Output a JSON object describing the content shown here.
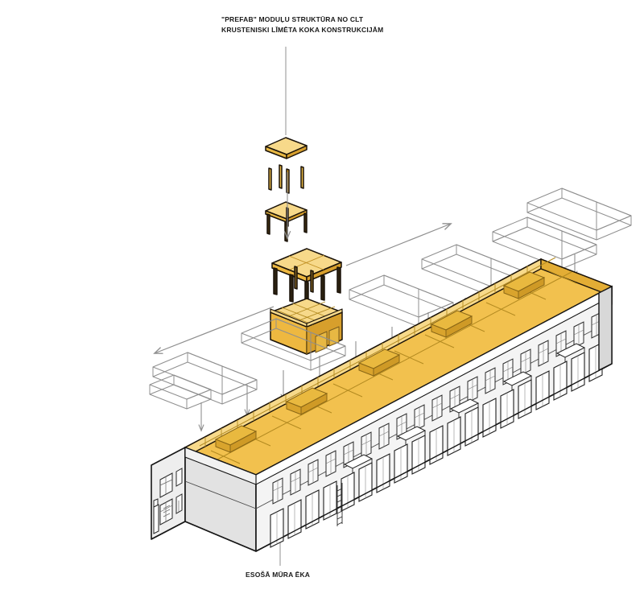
{
  "diagram": {
    "type": "exploded-axonometric",
    "subject": "CLT prefabricated module rooftop extension over existing masonry building",
    "background_color": "#ffffff"
  },
  "annotations": {
    "top_title": {
      "line1": "\"PREFAB\" MODUĻU STRUKTŪRA NO CLT",
      "line2": "KRUSTENISKI LĪMĒTA KOKA KONSTRUKCIJĀM",
      "leader_line_color": "#9a9a9a"
    },
    "bottom_title": {
      "line1": "ESOŠĀ MŪRA ĒKA",
      "leader_line_color": "#9a9a9a"
    }
  },
  "colors": {
    "clt_face_top": "#f2c14e",
    "clt_face_light": "#f7d98a",
    "clt_face_mid": "#eeb840",
    "clt_face_dark": "#d79f2c",
    "clt_outline": "#1a1208",
    "masonry_face_light": "#f4f4f4",
    "masonry_face_mid": "#e2e2e2",
    "masonry_face_dark": "#c9c9c9",
    "masonry_outline": "#161616",
    "wireframe_stroke": "#8f8f8f",
    "arrow_stroke": "#8f8f8f",
    "leader_stroke": "#9a9a9a"
  },
  "exploded_parts": [
    {
      "name": "ceiling-slab-panel",
      "order": 1,
      "description": "CLT horizontal roof slab panel"
    },
    {
      "name": "column-set",
      "order": 2,
      "description": "four vertical CLT posts"
    },
    {
      "name": "floor-table-frame",
      "order": 3,
      "description": "CLT floor deck on four legs"
    },
    {
      "name": "assembled-module-frame",
      "order": 4,
      "description": "assembled module structural frame"
    },
    {
      "name": "finished-module",
      "order": 5,
      "description": "finished prefab module with walls"
    }
  ],
  "wireframe_modules": {
    "count": 13,
    "description": "ghosted module volumes positioned above the roofline",
    "arrow_count": 11
  },
  "existing_building": {
    "floors": 2,
    "description": "existing masonry building shown in grey with repeated window bays",
    "features": [
      "gable-end-windows",
      "entrance-door",
      "roof-ladder",
      "cornice-band"
    ]
  },
  "direction_arrows": [
    {
      "name": "assembly-direction-arrow-left",
      "points": "left"
    },
    {
      "name": "assembly-direction-arrow-right",
      "points": "right"
    }
  ]
}
